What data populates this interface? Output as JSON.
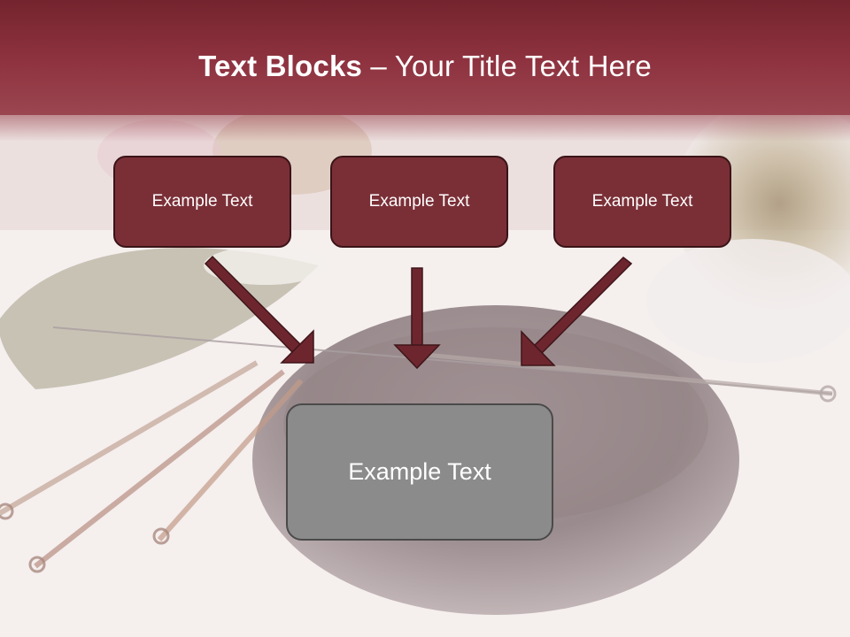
{
  "title": {
    "bold_part": "Text Blocks",
    "separator": " – ",
    "regular_part": "Your Title Text Here"
  },
  "blocks": [
    {
      "label": "Example Text"
    },
    {
      "label": "Example Text"
    },
    {
      "label": "Example Text"
    }
  ],
  "main_block": {
    "label": "Example Text"
  },
  "colors": {
    "title_bar": "#8f3340",
    "block_fill": "#7a2f37",
    "block_border": "#3a1417",
    "main_block_fill": "#8b8b8b",
    "arrow": "#6e262e",
    "text": "#ffffff"
  }
}
